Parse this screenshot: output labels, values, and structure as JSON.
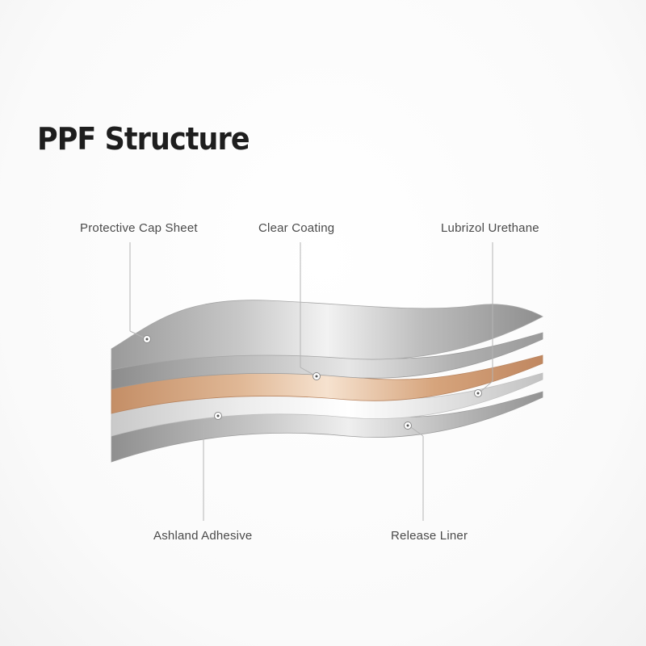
{
  "title": "PPF Structure",
  "labels": {
    "protective_cap_sheet": "Protective Cap Sheet",
    "clear_coating": "Clear Coating",
    "lubrizol_urethane": "Lubrizol Urethane",
    "ashland_adhesive": "Ashland Adhesive",
    "release_liner": "Release Liner"
  },
  "colors": {
    "title": "#1e1e1e",
    "label": "#4a4a4a",
    "leader_line": "#b4b4b4",
    "urethane_layer": "#d9a982",
    "silver_layer": "#a8a8a8"
  }
}
